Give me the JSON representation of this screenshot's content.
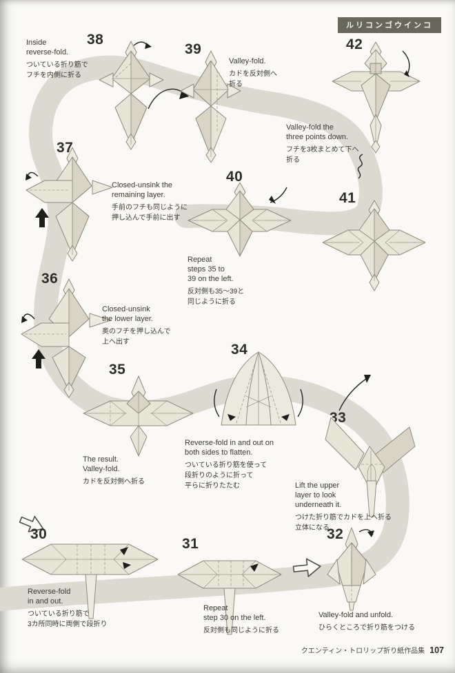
{
  "page": {
    "header_tag": "ルリコンゴウインコ",
    "footer_title": "クエンティン・トロリップ折り紙作品集",
    "page_number": "107"
  },
  "colors": {
    "header_bg": "#68675c",
    "road": "#dcd9d1",
    "paper_fill": "#eceadf",
    "paper_shade": "#d9d4c5",
    "text": "#39382f"
  },
  "steps": {
    "s30": {
      "number": "30",
      "en": "Reverse-fold\nin and out.",
      "ja": "ついている折り筋で\n3カ所同時に両側で段折り"
    },
    "s31": {
      "number": "31",
      "en": "Repeat\nstep 30 on the left.",
      "ja": "反対側も同じように折る"
    },
    "s32": {
      "number": "32",
      "en": "Valley-fold and unfold.",
      "ja": "ひらくところで折り筋をつける"
    },
    "s33": {
      "number": "33",
      "en": "Lift the upper\nlayer to look\nunderneath it.",
      "ja": "つけた折り筋でカドを上へ折る\n立体になる"
    },
    "s34": {
      "number": "34",
      "en": "Reverse-fold in and out on\nboth sides to flatten.",
      "ja": "ついている折り筋を使って\n段折りのように折って\n平らに折りたたむ"
    },
    "s35": {
      "number": "35",
      "en": "The result.\nValley-fold.",
      "ja": "カドを反対側へ折る"
    },
    "s36": {
      "number": "36",
      "en": "Closed-unsink\nthe lower layer.",
      "ja": "奥のフチを押し込んで\n上へ出す"
    },
    "s37": {
      "number": "37",
      "en": "Closed-unsink the\nremaining layer.",
      "ja": "手前のフチも同じように\n押し込んで手前に出す"
    },
    "s38": {
      "number": "38",
      "en": "Inside\nreverse-fold.",
      "ja": "ついている折り筋で\nフチを内側に折る"
    },
    "s39": {
      "number": "39",
      "en": "Valley-fold.",
      "ja": "カドを反対側へ\n折る"
    },
    "s40": {
      "number": "40",
      "en": "Repeat\nsteps 35 to\n39 on the left.",
      "ja": "反対側も35〜39と\n同じように折る"
    },
    "s41": {
      "number": "41"
    },
    "s42": {
      "number": "42",
      "en": "Valley-fold the\nthree points down.",
      "ja": "フチを3枚まとめて下へ\n折る"
    }
  }
}
